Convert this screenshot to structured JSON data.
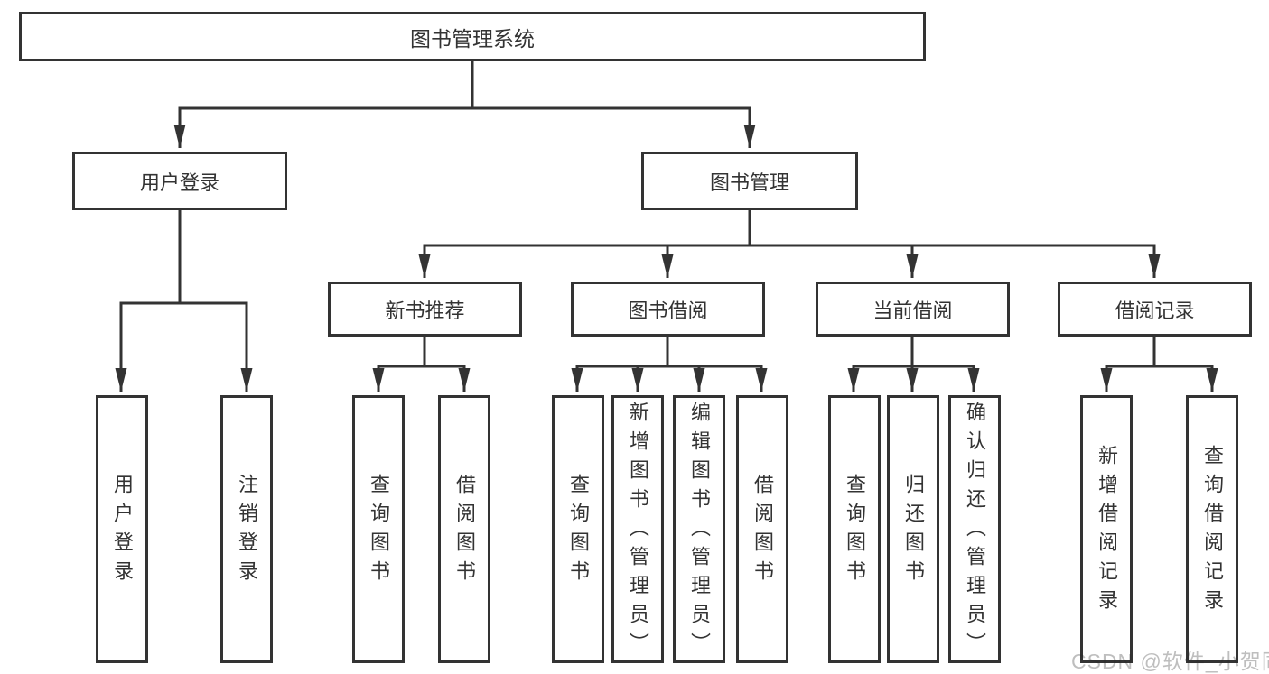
{
  "tree": {
    "label": "图书管理系统",
    "children": [
      {
        "label": "用户登录",
        "children": [
          {
            "label": "用户登录"
          },
          {
            "label": "注销登录"
          }
        ]
      },
      {
        "label": "图书管理",
        "children": [
          {
            "label": "新书推荐",
            "children": [
              {
                "label": "查询图书"
              },
              {
                "label": "借阅图书"
              }
            ]
          },
          {
            "label": "图书借阅",
            "children": [
              {
                "label": "查询图书"
              },
              {
                "label": "新增图书（管理员）"
              },
              {
                "label": "编辑图书（管理员）"
              },
              {
                "label": "借阅图书"
              }
            ]
          },
          {
            "label": "当前借阅",
            "children": [
              {
                "label": "查询图书"
              },
              {
                "label": "归还图书"
              },
              {
                "label": "确认归还（管理员）"
              }
            ]
          },
          {
            "label": "借阅记录",
            "children": [
              {
                "label": "新增借阅记录"
              },
              {
                "label": "查询借阅记录"
              }
            ]
          }
        ]
      }
    ]
  },
  "watermark": "CSDN @软件_小贺同学",
  "colors": {
    "line": "#333333",
    "box_border": "#333333",
    "text": "#333333",
    "background": "#ffffff",
    "watermark": "#c0c0c0"
  }
}
